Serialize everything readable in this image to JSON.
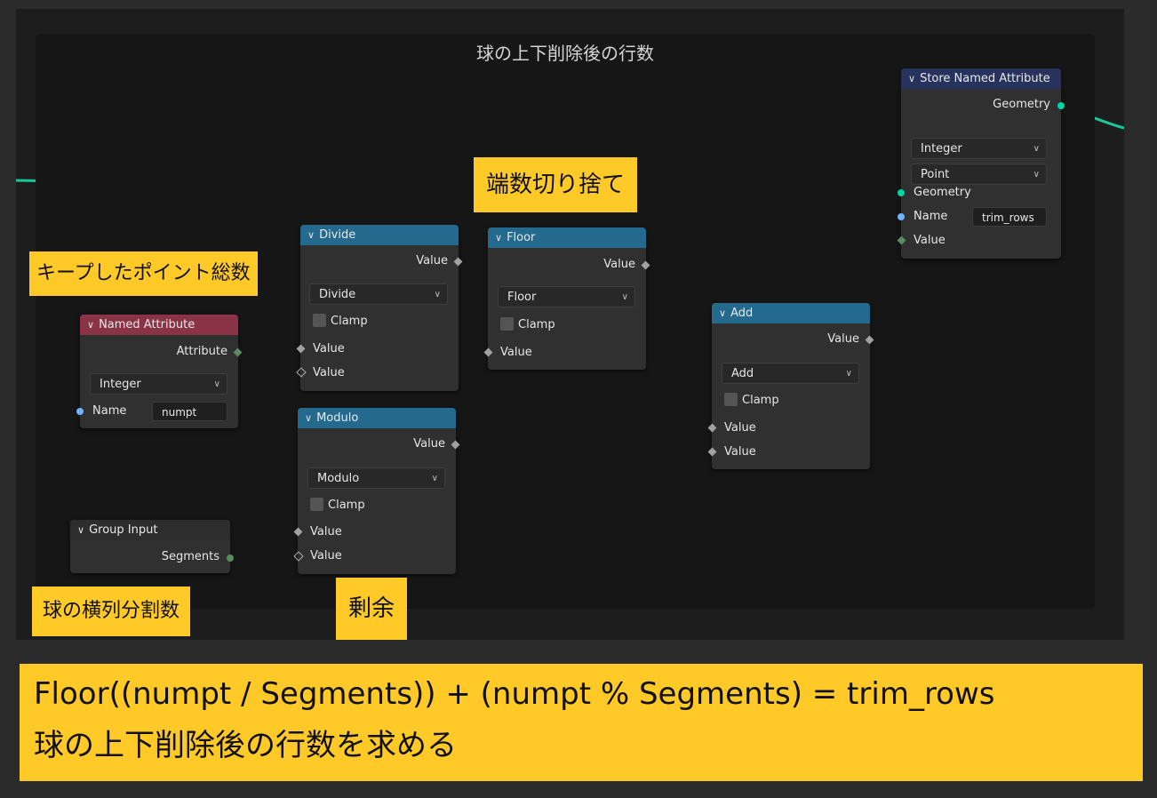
{
  "frame": {
    "label": "球の上下削除後の行数"
  },
  "notes": {
    "trim": "端数切り捨て",
    "total_points": "キープしたポイント総数",
    "segments": "球の横列分割数",
    "remainder": "剰余"
  },
  "nodes": {
    "named_attribute": {
      "title": "Named Attribute",
      "output": "Attribute",
      "type": "Integer",
      "name_label": "Name",
      "name_value": "numpt"
    },
    "group_input": {
      "title": "Group Input",
      "output": "Segments"
    },
    "divide": {
      "title": "Divide",
      "output": "Value",
      "operation": "Divide",
      "clamp": "Clamp",
      "input1": "Value",
      "input2": "Value"
    },
    "modulo": {
      "title": "Modulo",
      "output": "Value",
      "operation": "Modulo",
      "clamp": "Clamp",
      "input1": "Value",
      "input2": "Value"
    },
    "floor": {
      "title": "Floor",
      "output": "Value",
      "operation": "Floor",
      "clamp": "Clamp",
      "input1": "Value"
    },
    "add": {
      "title": "Add",
      "output": "Value",
      "operation": "Add",
      "clamp": "Clamp",
      "input1": "Value",
      "input2": "Value"
    },
    "store_named_attribute": {
      "title": "Store Named Attribute",
      "output": "Geometry",
      "type": "Integer",
      "domain": "Point",
      "input_geometry": "Geometry",
      "name_label": "Name",
      "name_value": "trim_rows",
      "input_value": "Value"
    }
  },
  "formula": {
    "line1": "Floor((numpt / Segments)) + (numpt % Segments) = trim_rows",
    "line2": "球の上下削除後の行数を求める"
  },
  "colors": {
    "geometry_socket": "#00d6a3",
    "float_socket": "#a1a1a1",
    "int_socket": "#598c5c",
    "string_socket": "#70b2ff",
    "note_bg": "#ffca28"
  }
}
